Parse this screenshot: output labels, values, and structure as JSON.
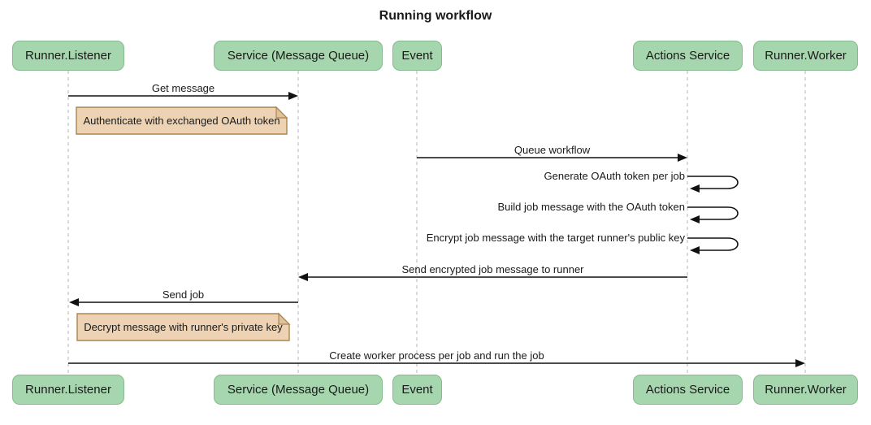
{
  "title": "Running workflow",
  "colors": {
    "actor_fill": "#a5d6ad",
    "actor_border": "#84ba8e",
    "note_fill": "#edd3b3",
    "note_border": "#aa8453",
    "note_fold": "#e0c29a",
    "line_color": "#111111",
    "lifeline_color": "#b5b5b5",
    "text_color": "#1a1a1a"
  },
  "actors": [
    {
      "label": "Runner.Listener"
    },
    {
      "label": "Service (Message Queue)"
    },
    {
      "label": "Event"
    },
    {
      "label": "Actions Service"
    },
    {
      "label": "Runner.Worker"
    }
  ],
  "messages": [
    {
      "label": "Get message",
      "from": "Runner.Listener",
      "to": "Service (Message Queue)"
    },
    {
      "label": "Queue workflow",
      "from": "Event",
      "to": "Actions Service"
    },
    {
      "label": "Generate OAuth token per job",
      "from": "Actions Service",
      "to": "Actions Service"
    },
    {
      "label": "Build job message with the OAuth token",
      "from": "Actions Service",
      "to": "Actions Service"
    },
    {
      "label": "Encrypt job message with the target runner's public key",
      "from": "Actions Service",
      "to": "Actions Service"
    },
    {
      "label": "Send encrypted job message to runner",
      "from": "Actions Service",
      "to": "Service (Message Queue)"
    },
    {
      "label": "Send job",
      "from": "Service (Message Queue)",
      "to": "Runner.Listener"
    },
    {
      "label": "Create worker process per job and run the job",
      "from": "Runner.Listener",
      "to": "Runner.Worker"
    }
  ],
  "notes": [
    {
      "text": "Authenticate with exchanged OAuth token",
      "over": "Runner.Listener"
    },
    {
      "text": "Decrypt message with runner's private key",
      "over": "Runner.Listener"
    }
  ]
}
